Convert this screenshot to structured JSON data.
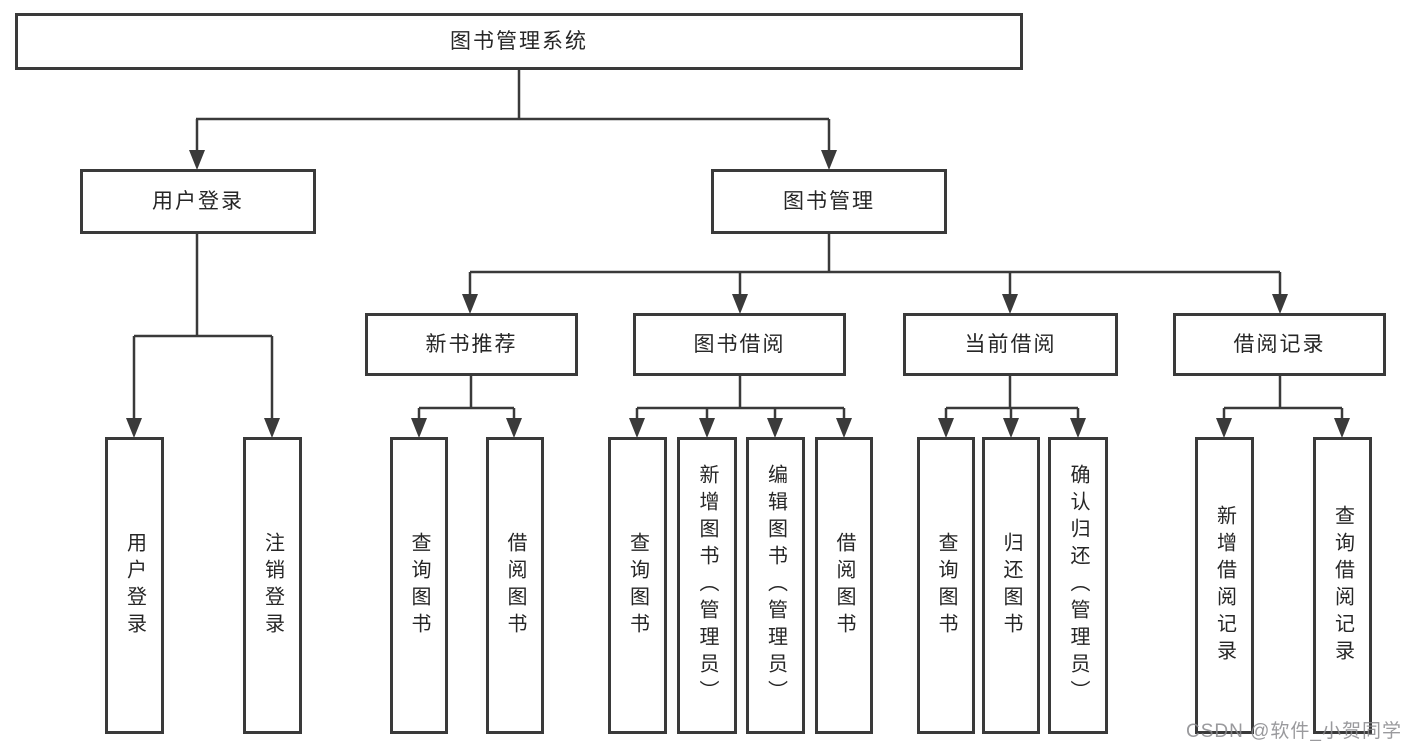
{
  "title": "图书管理系统",
  "branches": [
    {
      "label": "用户登录",
      "children": [
        {
          "label": "用户登录"
        },
        {
          "label": "注销登录"
        }
      ]
    },
    {
      "label": "图书管理",
      "children": [
        {
          "label": "新书推荐",
          "children": [
            {
              "label": "查询图书"
            },
            {
              "label": "借阅图书"
            }
          ]
        },
        {
          "label": "图书借阅",
          "children": [
            {
              "label": "查询图书"
            },
            {
              "label": "新增图书（管理员）"
            },
            {
              "label": "编辑图书（管理员）"
            },
            {
              "label": "借阅图书"
            }
          ]
        },
        {
          "label": "当前借阅",
          "children": [
            {
              "label": "查询图书"
            },
            {
              "label": "归还图书"
            },
            {
              "label": "确认归还（管理员）"
            }
          ]
        },
        {
          "label": "借阅记录",
          "children": [
            {
              "label": "新增借阅记录"
            },
            {
              "label": "查询借阅记录"
            }
          ]
        }
      ]
    }
  ],
  "watermark": "CSDN @软件_小贺同学",
  "colors": {
    "line": "#3a3a3a",
    "text": "#262626",
    "watermark": "#8c8c8c"
  }
}
